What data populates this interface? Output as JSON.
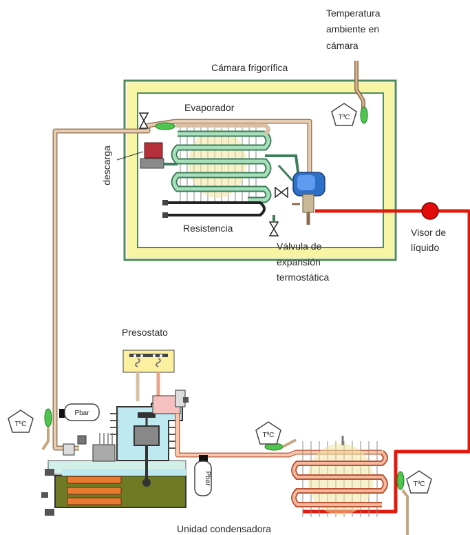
{
  "labels": {
    "temp_ambient": [
      "Temperatura",
      "ambiente en",
      "cámara"
    ],
    "camara": "Cámara frigorífica",
    "evaporador": "Evaporador",
    "descarga": "descarga",
    "resistencia": "Resistencia",
    "valvula": [
      "Válvula de",
      "expansión",
      "termostática"
    ],
    "visor": [
      "Visor de",
      "líquido"
    ],
    "presostato": "Presostato",
    "unidad": "Unidad condensadora"
  },
  "sensors": {
    "temperature": "TºC",
    "pressure": "Pbar"
  },
  "colors": {
    "cold_line": "#d9b79a",
    "liquid_line": "#e21a0e",
    "chamber_wall": "#f7f5a3",
    "chamber_border": "#4f8a59",
    "condenser_pipe": "#e88a66",
    "compressor": "#bfe9f1"
  }
}
